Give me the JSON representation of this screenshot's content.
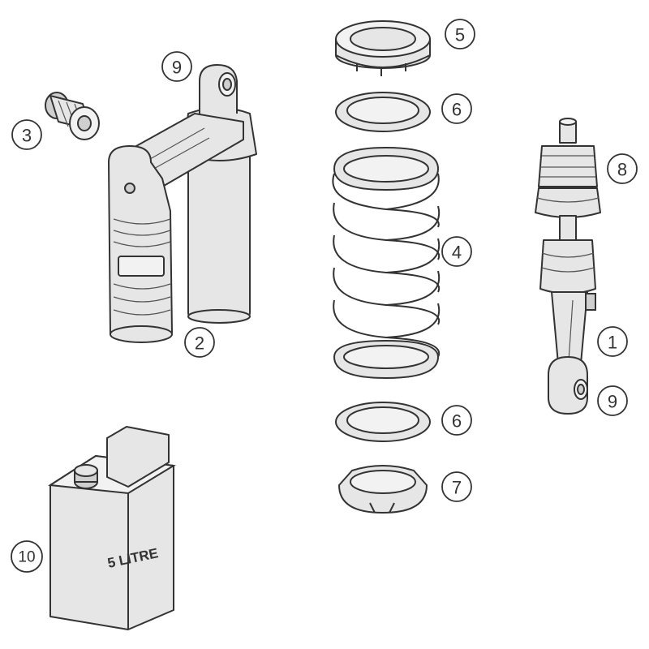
{
  "callouts": [
    "1",
    "2",
    "3",
    "4",
    "5",
    "6",
    "6",
    "7",
    "8",
    "9",
    "9",
    "10"
  ],
  "container_label": "5 LITRE"
}
